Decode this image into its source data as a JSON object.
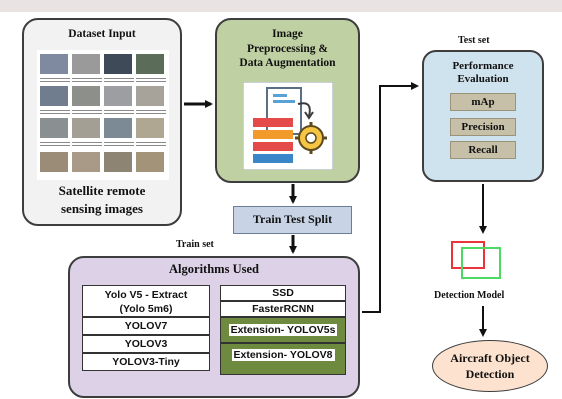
{
  "dataset": {
    "title": "Dataset Input",
    "caption_line1": "Satellite remote",
    "caption_line2": "sensing images"
  },
  "preprocessing": {
    "line1": "Image",
    "line2": "Preprocessing &",
    "line3": "Data Augmentation"
  },
  "split": {
    "label": "Train Test Split"
  },
  "train_set_label": "Train set",
  "test_set_label": "Test set",
  "algorithms": {
    "title": "Algorithms Used",
    "left": [
      "Yolo V5 - Extract",
      "(Yolo 5m6)",
      "YOLOV7",
      "YOLOV3",
      "YOLOV3-Tiny"
    ],
    "right": [
      "SSD",
      "FasterRCNN",
      "Extension- YOLOV5s",
      "Extension- YOLOV8"
    ]
  },
  "performance": {
    "title_line1": "Performance",
    "title_line2": "Evaluation",
    "metrics": [
      "mAp",
      "Precision",
      "Recall"
    ]
  },
  "detection_model_label": "Detection Model",
  "output": {
    "line1": "Aircraft Object",
    "line2": "Detection"
  },
  "colors": {
    "dataset_bg": "#f3f2f2",
    "prep_bg": "#bfd0a3",
    "split_bg": "#c8d4e6",
    "algo_bg": "#dcd1e6",
    "extension_bg": "#6e8a3f",
    "perf_bg": "#cfe3ee",
    "metric_bg": "#c7c0a9",
    "output_bg": "#fde3cf",
    "bbox_red": "#e8343a",
    "bbox_green": "#4cd964"
  },
  "icons": [
    "satellite-image-thumbnails",
    "document-gear-icon",
    "bounding-box-icon"
  ]
}
